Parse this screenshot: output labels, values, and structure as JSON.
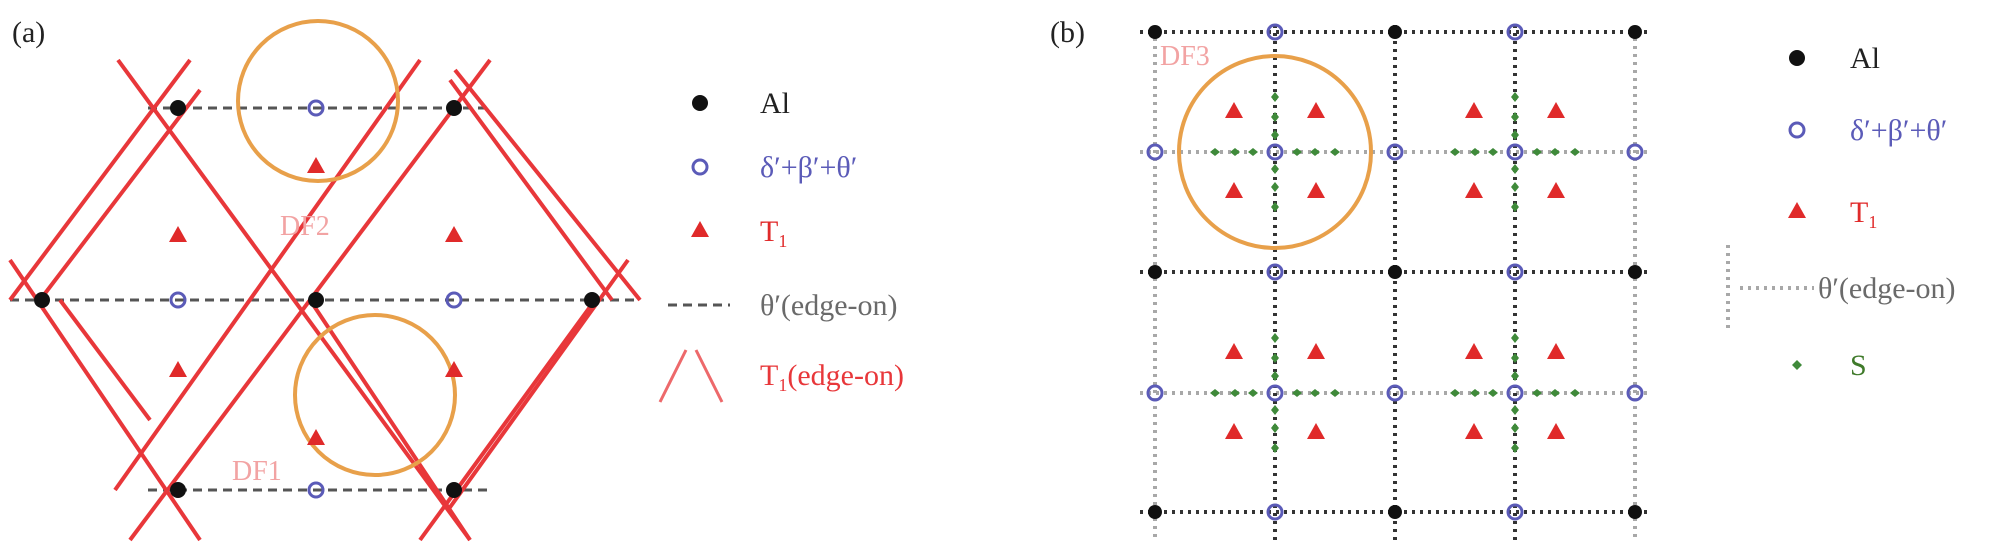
{
  "colors": {
    "al": "#111111",
    "delta_ring": "#5b5bb8",
    "t1": "#e02a2a",
    "t1_line": "#e8373a",
    "df_circle": "#e8a04a",
    "df_label": "#f2a3a3",
    "theta_label": "#6a6a6a",
    "s_point": "#3f8a3a",
    "s_label": "#3f7a2a",
    "al_label": "#222222"
  },
  "panel_a": {
    "label": "(a)",
    "df_labels": {
      "df2": "DF2",
      "df1": "DF1"
    },
    "legend": {
      "al": "Al",
      "delta": "δ′+β′+θ′",
      "t1": "T",
      "t1_sub": "1",
      "theta_edge": "θ′(edge-on)",
      "t1_edge": "T",
      "t1_edge_sub": "1",
      "t1_edge_rest": "(edge-on)"
    }
  },
  "panel_b": {
    "label": "(b)",
    "df_labels": {
      "df3": "DF3"
    },
    "legend": {
      "al": "Al",
      "delta": "δ′+β′+θ′",
      "t1": "T",
      "t1_sub": "1",
      "theta_edge": "θ′(edge-on)",
      "s": "S"
    }
  }
}
